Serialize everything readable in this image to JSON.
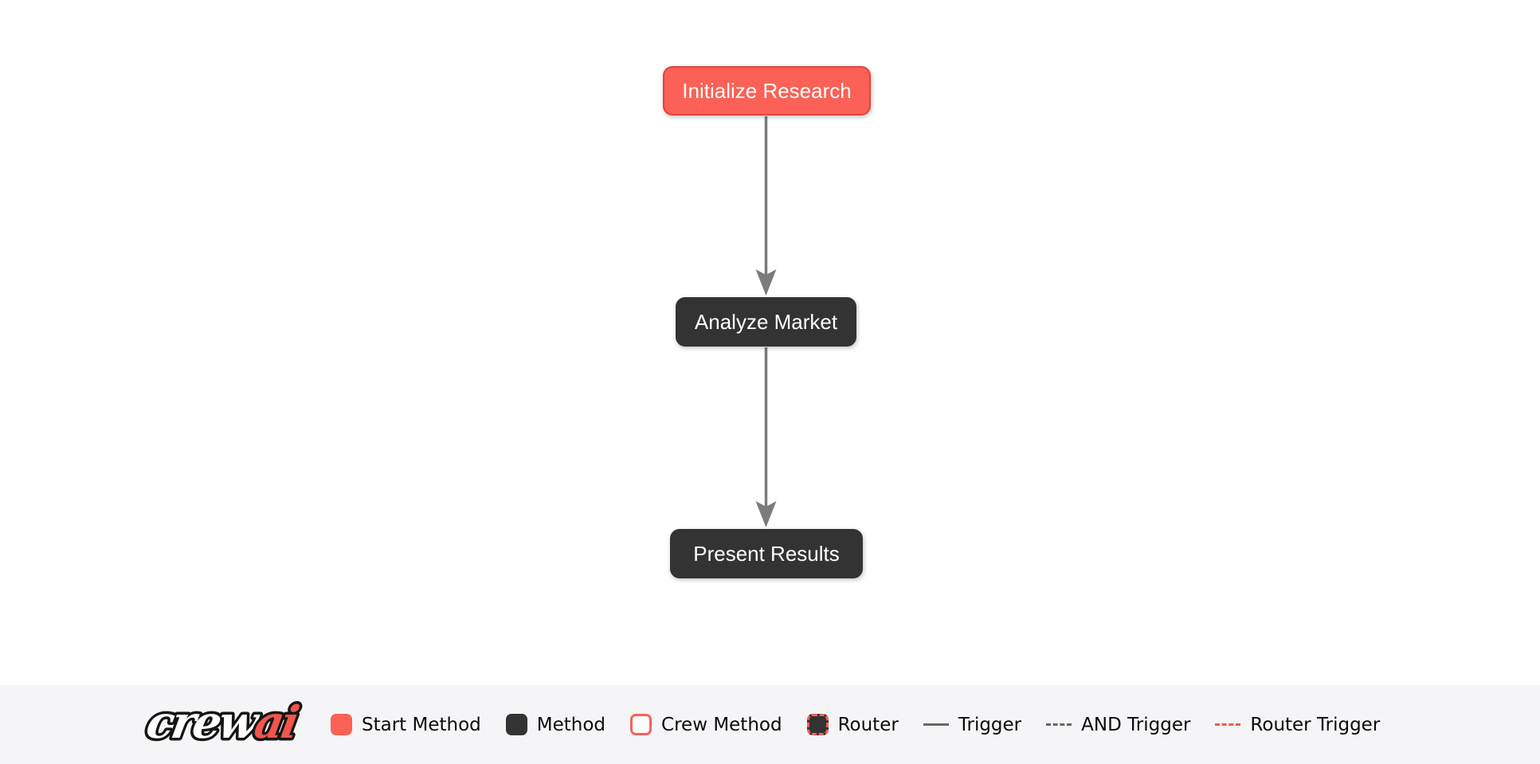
{
  "flow": {
    "nodes": [
      {
        "label": "Initialize Research",
        "type": "start"
      },
      {
        "label": "Analyze Market",
        "type": "method"
      },
      {
        "label": "Present Results",
        "type": "method"
      }
    ],
    "edges": [
      {
        "from": "Initialize Research",
        "to": "Analyze Market",
        "type": "trigger"
      },
      {
        "from": "Analyze Market",
        "to": "Present Results",
        "type": "trigger"
      }
    ]
  },
  "logo": {
    "text_primary": "crew",
    "text_accent": "ai"
  },
  "legend": {
    "items": [
      {
        "label": "Start Method",
        "swatch": "start"
      },
      {
        "label": "Method",
        "swatch": "method"
      },
      {
        "label": "Crew Method",
        "swatch": "crew"
      },
      {
        "label": "Router",
        "swatch": "router"
      },
      {
        "label": "Trigger",
        "swatch": "line-solid"
      },
      {
        "label": "AND Trigger",
        "swatch": "line-dashed"
      },
      {
        "label": "Router Trigger",
        "swatch": "line-dashed-red"
      }
    ]
  },
  "colors": {
    "start_fill": "#FB6156",
    "start_border": "#E0453B",
    "method_fill": "#333333",
    "node_text": "#FFFFFF",
    "edge": "#7B7B7B",
    "footer_bg": "#F5F5F7",
    "legend_text": "#0A0A0A",
    "legend_line": "#666666",
    "legend_line_red": "#F25B51",
    "logo_accent": "#F4554A"
  }
}
